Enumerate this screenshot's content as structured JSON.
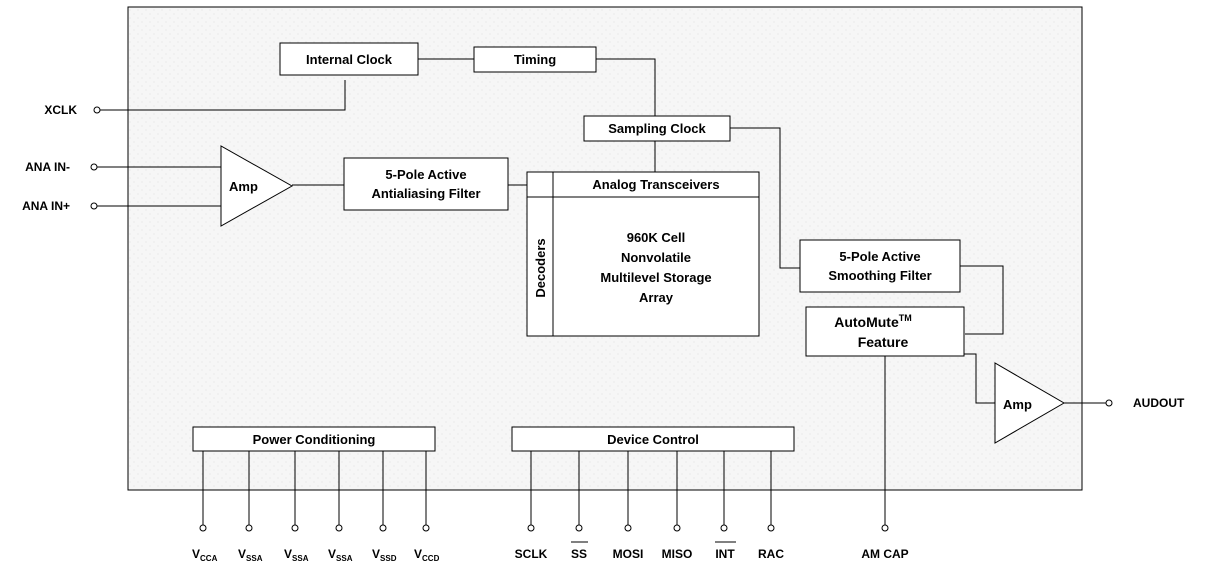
{
  "blocks": {
    "internal_clock": "Internal Clock",
    "timing": "Timing",
    "sampling_clock": "Sampling Clock",
    "amp_in": "Amp",
    "antialias_line1": "5-Pole Active",
    "antialias_line2": "Antialiasing Filter",
    "analog_transceivers": "Analog Transceivers",
    "decoders": "Decoders",
    "storage_line1": "960K Cell",
    "storage_line2": "Nonvolatile",
    "storage_line3": "Multilevel Storage",
    "storage_line4": "Array",
    "smoothing_line1": "5-Pole Active",
    "smoothing_line2": "Smoothing Filter",
    "automute_main": "AutoMute",
    "automute_tm": "TM",
    "automute_line2": "Feature",
    "amp_out": "Amp",
    "power_conditioning": "Power Conditioning",
    "device_control": "Device Control"
  },
  "pins": {
    "xclk": "XCLK",
    "ana_in_minus": "ANA IN-",
    "ana_in_plus": "ANA IN+",
    "audout": "AUDOUT",
    "am_cap": "AM CAP",
    "power": [
      {
        "main": "V",
        "sub": "CCA"
      },
      {
        "main": "V",
        "sub": "SSA"
      },
      {
        "main": "V",
        "sub": "SSA"
      },
      {
        "main": "V",
        "sub": "SSA"
      },
      {
        "main": "V",
        "sub": "SSD"
      },
      {
        "main": "V",
        "sub": "CCD"
      }
    ],
    "control": [
      "SCLK",
      "SS",
      "MOSI",
      "MISO",
      "INT",
      "RAC"
    ]
  }
}
